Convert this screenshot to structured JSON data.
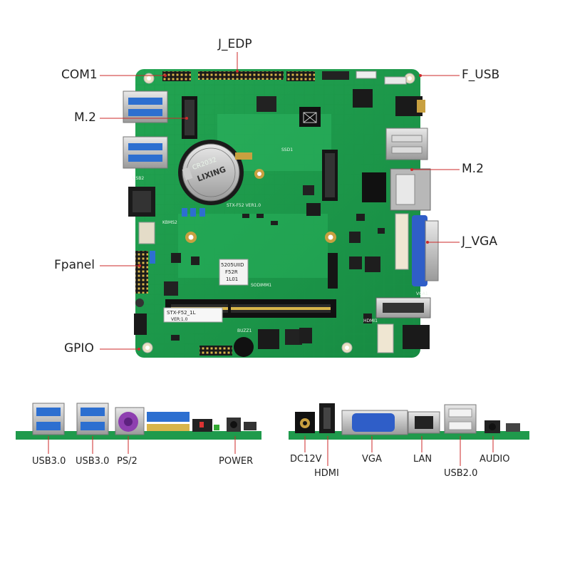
{
  "board_labels": {
    "com1": "COM1",
    "j_edp": "J_EDP",
    "f_usb": "F_USB",
    "m2_left": "M.2",
    "m2_right": "M.2",
    "j_vga": "J_VGA",
    "fpanel": "Fpanel",
    "gpio": "GPIO"
  },
  "silkscreen": {
    "battery_model": "CR2032",
    "battery_brand": "LIXING",
    "model_label": "STX-F52_1L",
    "version_label": "VER:1.0",
    "board_ver": "STX-F52 VER1.0",
    "chip_line1": "5205UIID",
    "chip_line2": "F52R",
    "chip_line3": "1L01",
    "sodimm": "SODIMM1",
    "ssd": "SSD1",
    "usb_tag": "USB2",
    "kbms": "KBMS2",
    "vga_tag": "VGA1",
    "hdmi_tag": "HDMI1",
    "buzz": "BUZZ1"
  },
  "io_left_labels": {
    "usb30_a": "USB3.0",
    "usb30_b": "USB3.0",
    "ps2": "PS/2",
    "power": "POWER"
  },
  "io_right_labels": {
    "dc12v": "DC12V",
    "hdmi": "HDMI",
    "vga": "VGA",
    "lan": "LAN",
    "usb20": "USB2.0",
    "audio": "AUDIO"
  },
  "colors": {
    "pcb": "#1f9a4c",
    "pcb_dark": "#137a38",
    "callout": "#cc2a2a",
    "usb3_blue": "#2d6fd0",
    "vga_blue": "#2f5ec8"
  }
}
